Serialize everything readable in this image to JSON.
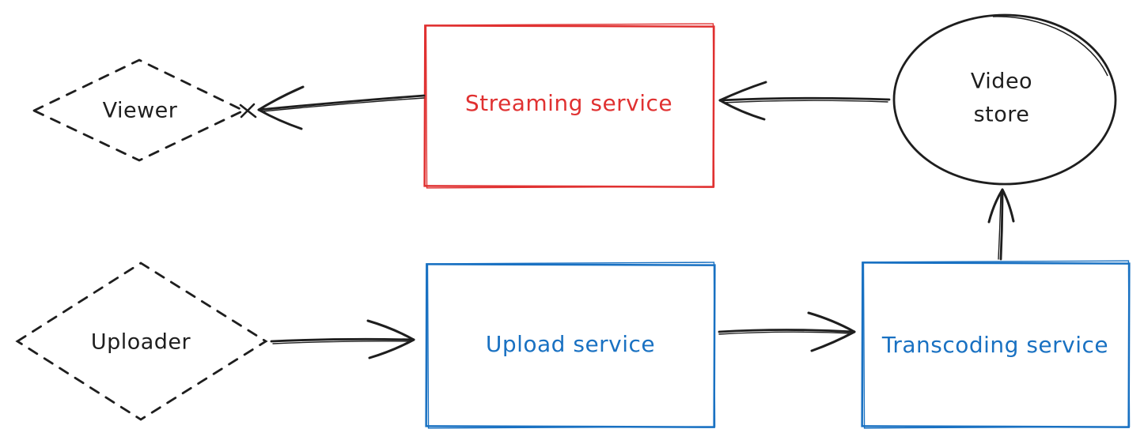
{
  "diagram": {
    "description": "Hand-drawn video streaming architecture diagram",
    "background": "#ffffff"
  },
  "colors": {
    "black": "#1e1e1e",
    "red": "#e03131",
    "blue": "#1971c2"
  },
  "nodes": {
    "viewer": {
      "label": "Viewer",
      "shape": "diamond",
      "border": "dashed",
      "color": "#1e1e1e"
    },
    "streaming": {
      "label": "Streaming service",
      "shape": "rectangle",
      "border": "solid",
      "color": "#e03131"
    },
    "video_store": {
      "label": "Video store",
      "line1": "Video",
      "line2": "store",
      "shape": "ellipse",
      "border": "solid",
      "color": "#1e1e1e"
    },
    "uploader": {
      "label": "Uploader",
      "shape": "diamond",
      "border": "dashed",
      "color": "#1e1e1e"
    },
    "upload": {
      "label": "Upload service",
      "shape": "rectangle",
      "border": "solid",
      "color": "#1971c2"
    },
    "transcoding": {
      "label": "Transcoding service",
      "shape": "rectangle",
      "border": "solid",
      "color": "#1971c2"
    }
  },
  "edges": [
    {
      "from": "video_store",
      "to": "streaming",
      "style": "arrow",
      "direction": "left"
    },
    {
      "from": "streaming",
      "to": "viewer",
      "style": "arrow",
      "direction": "left"
    },
    {
      "from": "uploader",
      "to": "upload",
      "style": "arrow",
      "direction": "right"
    },
    {
      "from": "upload",
      "to": "transcoding",
      "style": "arrow",
      "direction": "right"
    },
    {
      "from": "transcoding",
      "to": "video_store",
      "style": "arrow",
      "direction": "up"
    }
  ]
}
